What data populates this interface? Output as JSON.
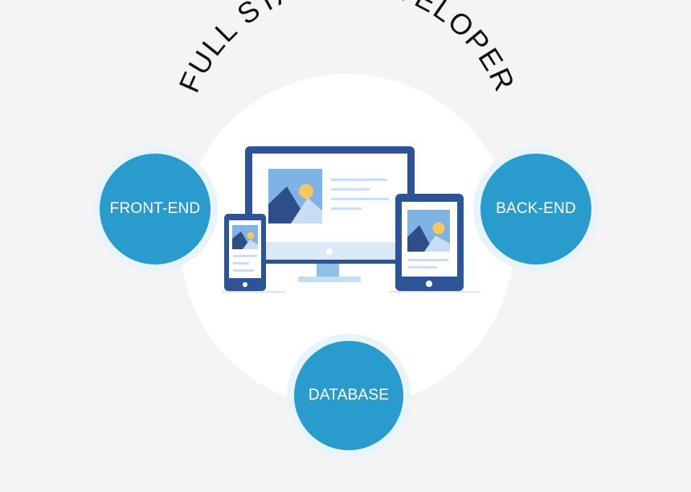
{
  "title": "FULL STACK DEVELOPER",
  "nodes": {
    "front_end": "FRONT-END",
    "back_end": "BACK-END",
    "database": "DATABASE"
  },
  "colors": {
    "background": "#f4f4f4",
    "hub": "#ffffff",
    "node_fill": "#2a9bcd",
    "node_halo": "#e8f4f9",
    "device_frame": "#2d5496",
    "screen_image": "#7fb3e6",
    "mountain_dark": "#2d4e8a",
    "mountain_light": "#c7ddf2",
    "sun": "#f6c85f",
    "text_lines": "#c9dff5",
    "title_text": "#111111"
  },
  "icons": [
    "desktop-monitor-icon",
    "smartphone-icon",
    "tablet-icon",
    "image-placeholder-icon"
  ]
}
